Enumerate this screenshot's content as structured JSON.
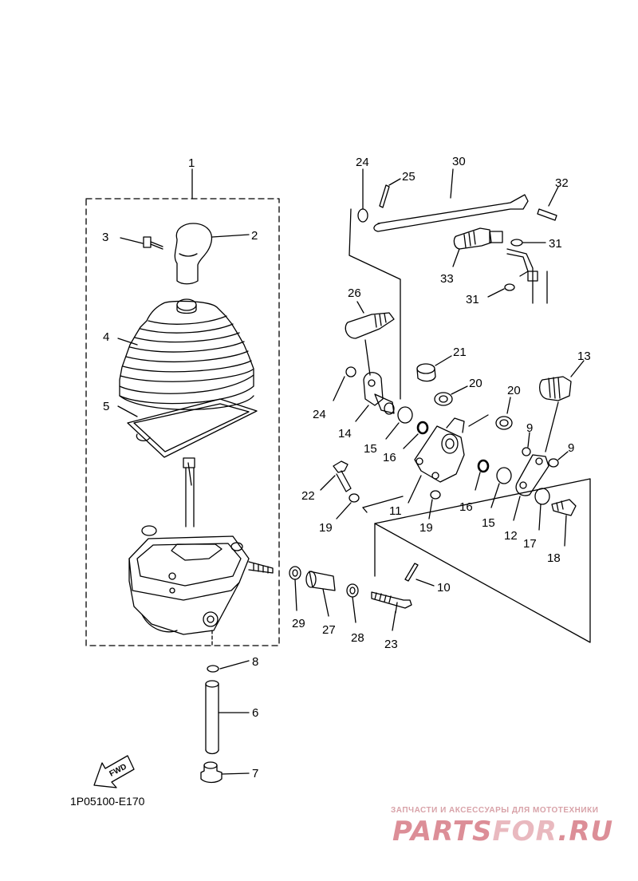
{
  "diagram": {
    "caption": "1P05100-E170",
    "fwd_label": "FWD",
    "labels": [
      {
        "id": "1",
        "text": "1"
      },
      {
        "id": "2",
        "text": "2"
      },
      {
        "id": "3",
        "text": "3"
      },
      {
        "id": "4",
        "text": "4"
      },
      {
        "id": "5",
        "text": "5"
      },
      {
        "id": "8",
        "text": "8"
      },
      {
        "id": "6",
        "text": "6"
      },
      {
        "id": "7",
        "text": "7"
      },
      {
        "id": "24a",
        "text": "24"
      },
      {
        "id": "25",
        "text": "25"
      },
      {
        "id": "30",
        "text": "30"
      },
      {
        "id": "32",
        "text": "32"
      },
      {
        "id": "31a",
        "text": "31"
      },
      {
        "id": "33",
        "text": "33"
      },
      {
        "id": "31b",
        "text": "31"
      },
      {
        "id": "26",
        "text": "26"
      },
      {
        "id": "21",
        "text": "21"
      },
      {
        "id": "20a",
        "text": "20"
      },
      {
        "id": "20b",
        "text": "20"
      },
      {
        "id": "13",
        "text": "13"
      },
      {
        "id": "24b",
        "text": "24"
      },
      {
        "id": "14",
        "text": "14"
      },
      {
        "id": "15a",
        "text": "15"
      },
      {
        "id": "16a",
        "text": "16"
      },
      {
        "id": "9a",
        "text": "9"
      },
      {
        "id": "9b",
        "text": "9"
      },
      {
        "id": "22",
        "text": "22"
      },
      {
        "id": "11",
        "text": "11"
      },
      {
        "id": "16b",
        "text": "16"
      },
      {
        "id": "15b",
        "text": "15"
      },
      {
        "id": "12",
        "text": "12"
      },
      {
        "id": "17",
        "text": "17"
      },
      {
        "id": "19a",
        "text": "19"
      },
      {
        "id": "19b",
        "text": "19"
      },
      {
        "id": "18",
        "text": "18"
      },
      {
        "id": "10",
        "text": "10"
      },
      {
        "id": "29",
        "text": "29"
      },
      {
        "id": "27",
        "text": "27"
      },
      {
        "id": "28",
        "text": "28"
      },
      {
        "id": "23",
        "text": "23"
      }
    ]
  },
  "watermark": {
    "tagline": "ЗАПЧАСТИ И АКСЕССУАРЫ ДЛЯ МОТОТЕХНИКИ",
    "logo_a": "PARTS",
    "logo_b": "FOR",
    "logo_c": ".RU"
  }
}
